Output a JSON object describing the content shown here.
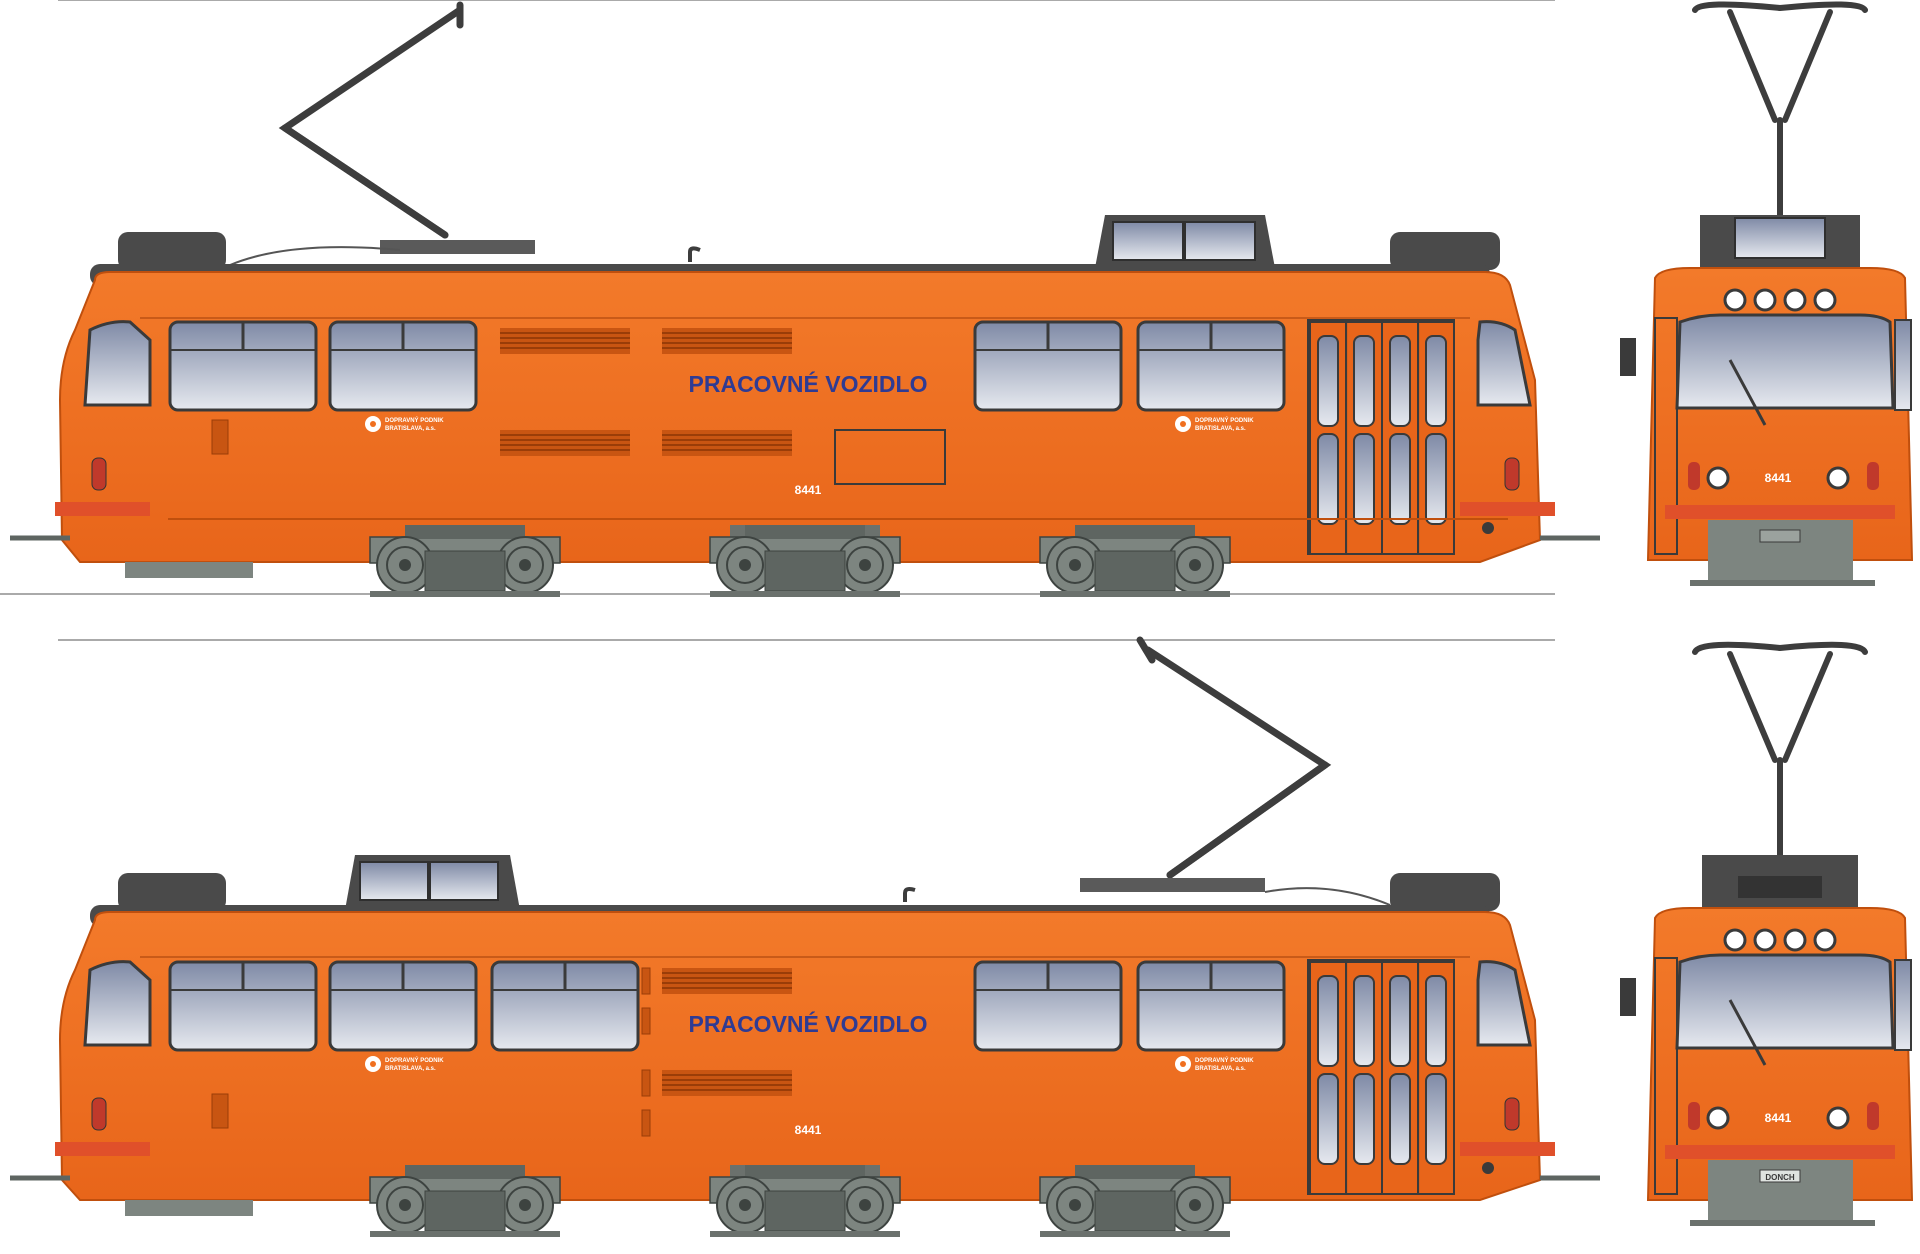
{
  "drawing": {
    "vehicle_label": "PRACOVNÉ VOZIDLO",
    "fleet_number": "8441",
    "operator_line1": "DOPRAVNÝ PODNIK",
    "operator_line2": "BRATISLAVA, a.s.",
    "front_plate": "DONCH"
  },
  "colors": {
    "body": "#f07020",
    "body_shade": "#d85e14",
    "roof": "#4a4a4a",
    "window": "#8f9ab5",
    "bogie": "#7d8580",
    "lettering": "#2f3b93"
  }
}
